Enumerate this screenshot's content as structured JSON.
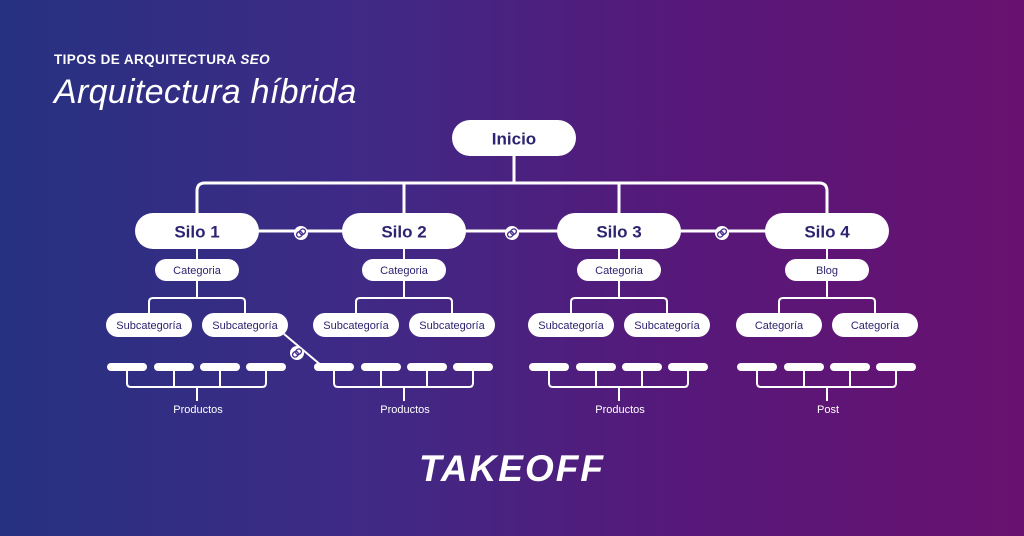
{
  "header": {
    "eyebrow_main": "TIPOS DE ARQUITECTURA",
    "eyebrow_emphasis": "SEO",
    "title": "Arquitectura híbrida"
  },
  "root": {
    "label": "Inicio"
  },
  "silos": [
    {
      "label": "Silo 1",
      "category": "Categoria",
      "children": [
        "Subcategoría",
        "Subcategoría"
      ],
      "group_label": "Productos"
    },
    {
      "label": "Silo 2",
      "category": "Categoria",
      "children": [
        "Subcategoría",
        "Subcategoría"
      ],
      "group_label": "Productos"
    },
    {
      "label": "Silo 3",
      "category": "Categoria",
      "children": [
        "Subcategoría",
        "Subcategoría"
      ],
      "group_label": "Productos"
    },
    {
      "label": "Silo 4",
      "category": "Blog",
      "children": [
        "Categoría",
        "Categoría"
      ],
      "group_label": "Post"
    }
  ],
  "icons": {
    "link": "link-icon",
    "logo": "rocket-icon"
  },
  "colors": {
    "background_start": "#263181",
    "background_end": "#691170",
    "node": "#ffffff",
    "node_text": "#2c2470"
  },
  "logo": {
    "text": "TAKEOFF"
  }
}
